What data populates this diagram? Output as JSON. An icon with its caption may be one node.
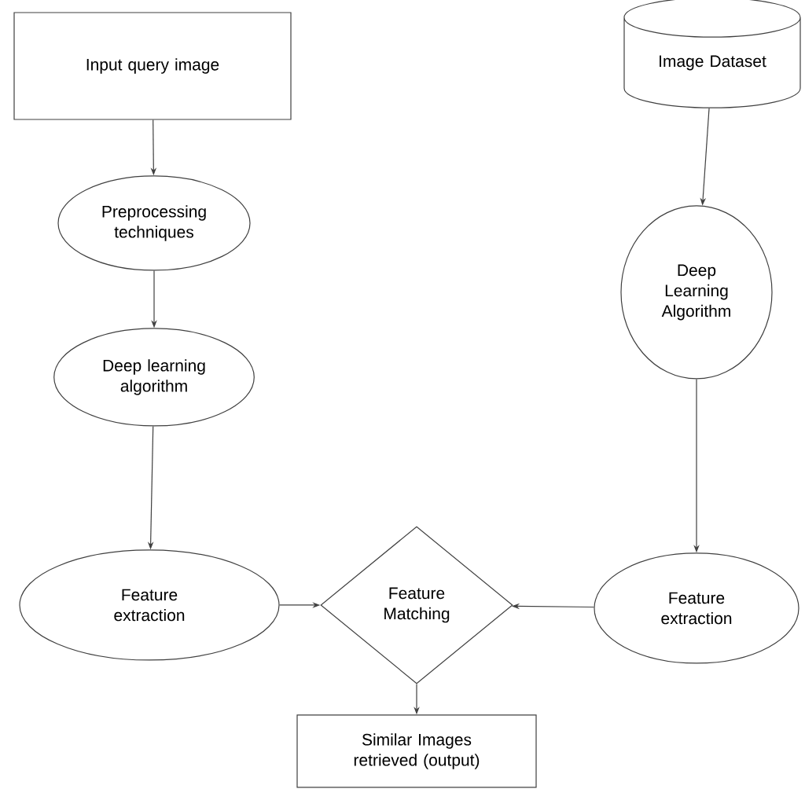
{
  "diagram": {
    "nodes": [
      {
        "text": [
          "Input query image"
        ]
      },
      {
        "text": [
          "Preprocessing techniques"
        ]
      },
      {
        "text": [
          "Deep learning algorithm"
        ]
      },
      {
        "text": [
          "Feature extraction"
        ]
      },
      {
        "text": [
          "Image Dataset"
        ]
      },
      {
        "text": [
          "Deep Learning Algorithm"
        ]
      },
      {
        "text": [
          "Feature extraction"
        ]
      },
      {
        "text": [
          "Feature Matching"
        ]
      },
      {
        "text": [
          "Similar Images retrieved (output)"
        ]
      }
    ],
    "edges": [
      {
        "from": 0,
        "to": 1,
        "arrow": "to"
      },
      {
        "from": 1,
        "to": 2,
        "arrow": "to"
      },
      {
        "from": 2,
        "to": 3,
        "arrow": "to"
      },
      {
        "from": 3,
        "to": 7,
        "arrow": "to"
      },
      {
        "from": 4,
        "to": 5,
        "arrow": "to"
      },
      {
        "from": 5,
        "to": 6,
        "arrow": "to"
      },
      {
        "from": 6,
        "to": 7,
        "arrow": "to"
      },
      {
        "from": 7,
        "to": 8,
        "arrow": "to"
      }
    ]
  }
}
